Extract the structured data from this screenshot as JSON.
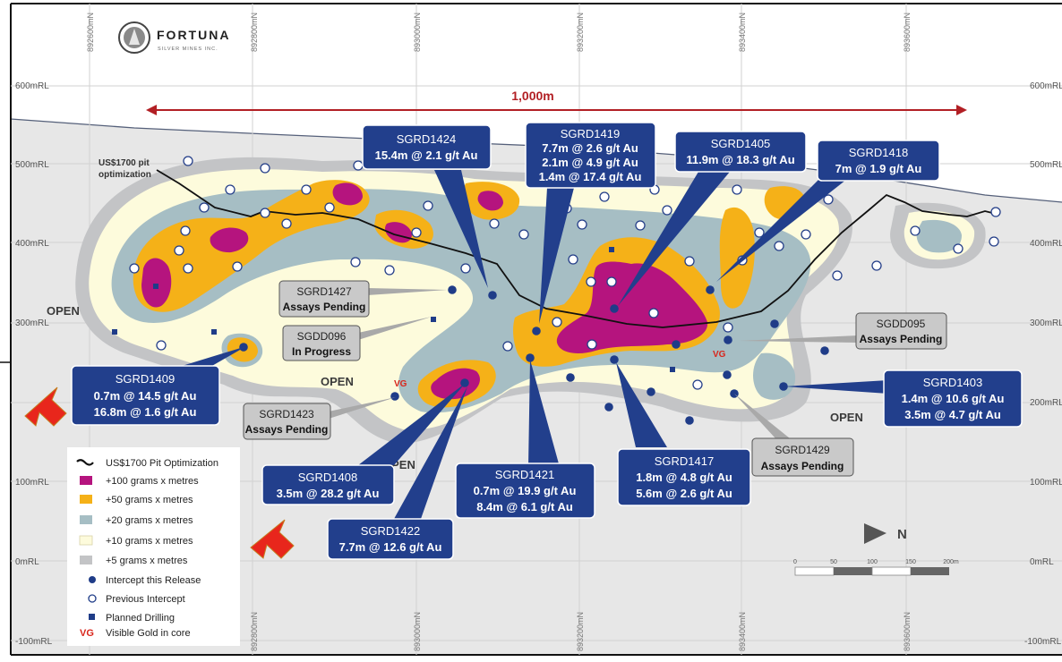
{
  "logo": {
    "name": "FORTUNA",
    "sub": "SILVER MINES INC."
  },
  "scale_label": "1,000m",
  "pit_label": [
    "US$1700 pit",
    "optimization"
  ],
  "elevations": [
    "600mRL",
    "500mRL",
    "400mRL",
    "300mRL",
    "200mRL",
    "100mRL",
    "0mRL",
    "-100mRL"
  ],
  "eastings_top": [
    "892600mN",
    "892800mN",
    "893000mN",
    "893200mN",
    "893400mN",
    "893600mN"
  ],
  "eastings_bottom": [
    "892800mN",
    "893000mN",
    "893200mN",
    "893400mN",
    "893600mN"
  ],
  "open_labels": [
    "OPEN",
    "OPEN",
    "OPEN",
    "OPEN"
  ],
  "vg_label": "VG",
  "callouts": [
    {
      "id": "SGRD1424",
      "lines": [
        "15.4m @ 2.1 g/t Au"
      ]
    },
    {
      "id": "SGRD1419",
      "lines": [
        "7.7m @ 2.6 g/t Au",
        "2.1m @ 4.9 g/t Au",
        "1.4m @ 17.4 g/t Au"
      ]
    },
    {
      "id": "SGRD1405",
      "lines": [
        "11.9m @ 18.3 g/t Au"
      ]
    },
    {
      "id": "SGRD1418",
      "lines": [
        "7m @ 1.9 g/t Au"
      ]
    },
    {
      "id": "SGRD1409",
      "lines": [
        "0.7m @ 14.5 g/t Au",
        "16.8m @ 1.6 g/t Au"
      ]
    },
    {
      "id": "SGRD1403",
      "lines": [
        "1.4m @ 10.6 g/t Au",
        "3.5m @ 4.7 g/t Au"
      ]
    },
    {
      "id": "SGRD1408",
      "lines": [
        "3.5m @ 28.2 g/t Au"
      ]
    },
    {
      "id": "SGRD1421",
      "lines": [
        "0.7m @ 19.9 g/t Au",
        "8.4m @ 6.1 g/t Au"
      ]
    },
    {
      "id": "SGRD1417",
      "lines": [
        "1.8m @ 4.8 g/t Au",
        "5.6m @ 2.6 g/t Au"
      ]
    },
    {
      "id": "SGRD1422",
      "lines": [
        "7.7m @ 12.6 g/t Au"
      ]
    }
  ],
  "grey_callouts": [
    {
      "id": "SGRD1427",
      "status": "Assays Pending"
    },
    {
      "id": "SGDD096",
      "status": "In Progress"
    },
    {
      "id": "SGDD095",
      "status": "Assays Pending"
    },
    {
      "id": "SGRD1423",
      "status": "Assays Pending"
    },
    {
      "id": "SGRD1429",
      "status": "Assays Pending"
    }
  ],
  "legend": {
    "items": [
      {
        "label": "US$1700 Pit Optimization",
        "symbol": "line"
      },
      {
        "label": "+100 grams x metres",
        "symbol": "swatch",
        "color": "#b5147e"
      },
      {
        "label": "+50 grams x metres",
        "symbol": "swatch",
        "color": "#f5b118"
      },
      {
        "label": "+20 grams x metres",
        "symbol": "swatch",
        "color": "#a6bec4"
      },
      {
        "label": "+10 grams x metres",
        "symbol": "swatch",
        "color": "#fdfbdc"
      },
      {
        "label": "+5 grams x metres",
        "symbol": "swatch",
        "color": "#c3c4c6"
      },
      {
        "label": "Intercept this Release",
        "symbol": "dot"
      },
      {
        "label": "Previous Intercept",
        "symbol": "circle"
      },
      {
        "label": "Planned Drilling",
        "symbol": "square"
      },
      {
        "label": "Visible Gold in core",
        "symbol": "vg",
        "code": "VG"
      }
    ]
  },
  "north_label": "N",
  "scale_bar": {
    "ticks": [
      "0",
      "50",
      "100",
      "150",
      "200m"
    ]
  },
  "colors": {
    "callout_blue": "#223f8c",
    "grey_box": "#c9c9c9",
    "scale_red": "#b21f24",
    "arrow_red": "#e8261c",
    "dot_blue": "#1f3c88",
    "sky": "#ffffff",
    "ground": "#e7e7e7"
  }
}
